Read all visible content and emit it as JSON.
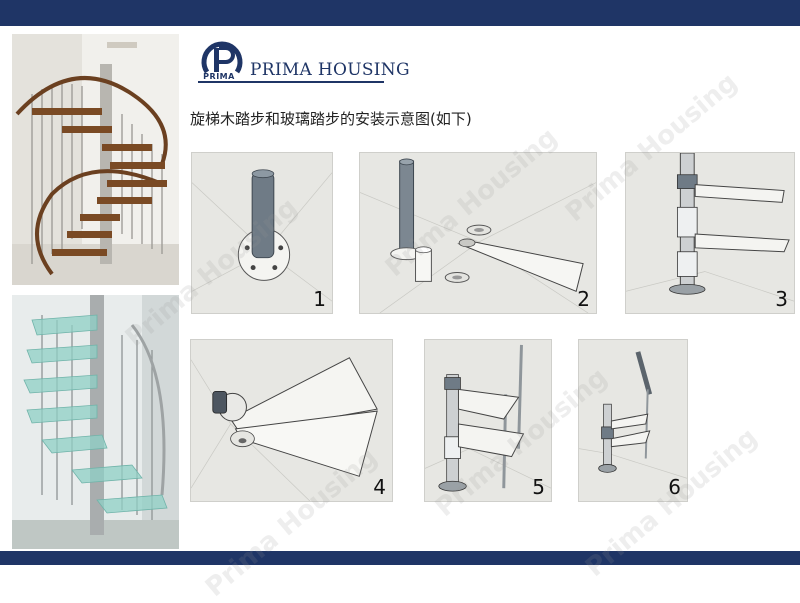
{
  "brand": {
    "logo_caption": "PRIMA",
    "name": "PRIMA HOUSING",
    "color": "#1f3566"
  },
  "heading": "旋梯木踏步和玻璃踏步的安装示意图(如下)",
  "photos": [
    {
      "name": "wooden-tread-spiral-staircase-photo"
    },
    {
      "name": "glass-tread-spiral-staircase-photo"
    }
  ],
  "steps": [
    {
      "number": "1"
    },
    {
      "number": "2"
    },
    {
      "number": "3"
    },
    {
      "number": "4"
    },
    {
      "number": "5"
    },
    {
      "number": "6"
    }
  ],
  "watermark": "Prima Housing",
  "colors": {
    "band": "#1f3566",
    "panel_bg": "#e7e7e3",
    "wood": "#7a4a24",
    "glass": "#8fd0c6"
  }
}
